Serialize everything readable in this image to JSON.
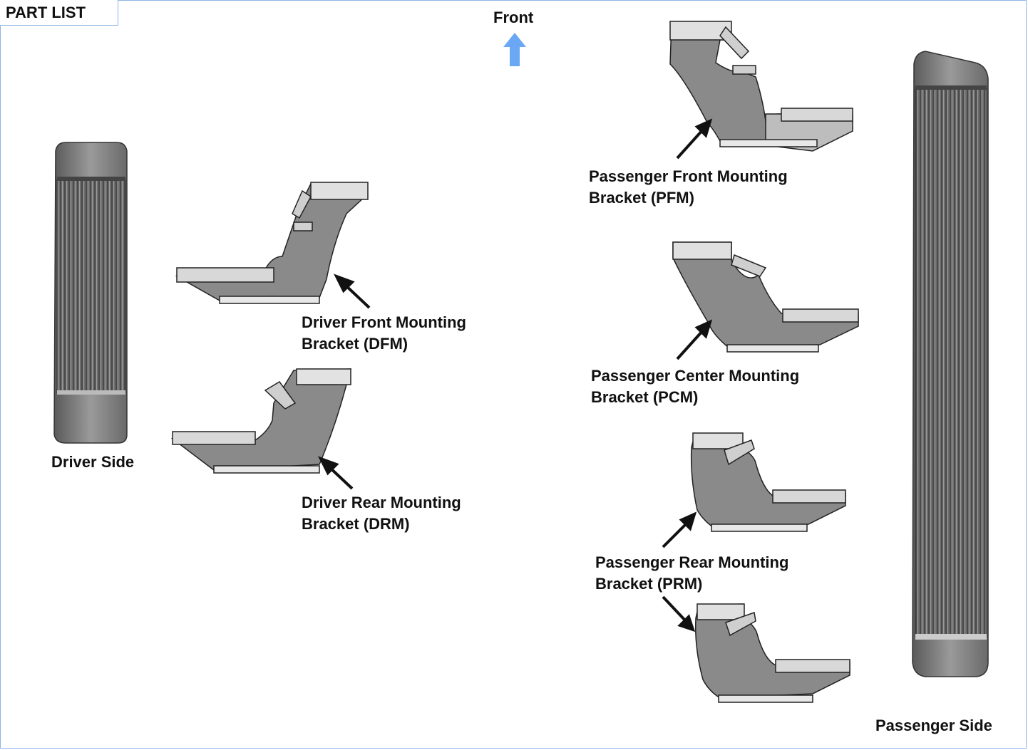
{
  "header": {
    "tab_label": "PART LIST"
  },
  "orientation": {
    "label": "Front",
    "arrow_color": "#6aa7f5"
  },
  "boards": {
    "driver": {
      "label": "Driver Side"
    },
    "passenger": {
      "label": "Passenger Side"
    }
  },
  "parts": {
    "dfm": {
      "line1": "Driver Front Mounting",
      "line2": "Bracket (DFM)"
    },
    "drm": {
      "line1": "Driver Rear Mounting",
      "line2": "Bracket (DRM)"
    },
    "pfm": {
      "line1": "Passenger Front Mounting",
      "line2": "Bracket (PFM)"
    },
    "pcm": {
      "line1": "Passenger Center Mounting",
      "line2": "Bracket (PCM)"
    },
    "prm": {
      "line1": "Passenger Rear Mounting",
      "line2": "Bracket (PRM)"
    }
  },
  "colors": {
    "frame_border": "#8fb4e3",
    "part_fill": "#8a8a8a",
    "board_fill": "#7c7c7c"
  }
}
